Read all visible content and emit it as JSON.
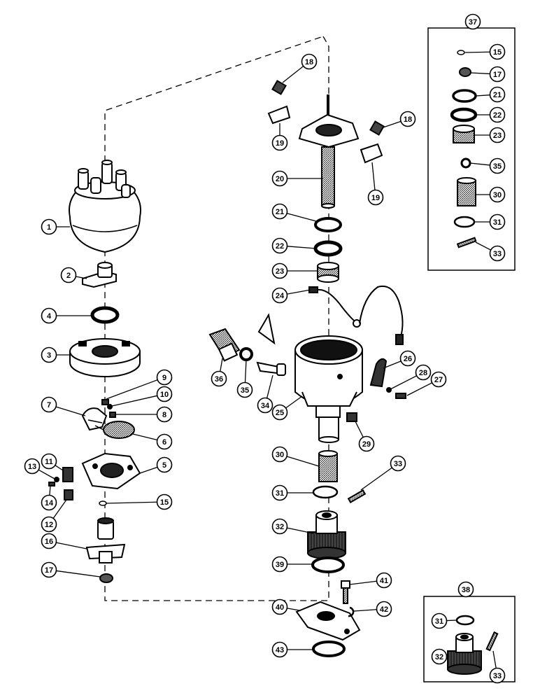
{
  "diagram": {
    "callouts": [
      {
        "id": "c1",
        "label": "1"
      },
      {
        "id": "c2",
        "label": "2"
      },
      {
        "id": "c4",
        "label": "4"
      },
      {
        "id": "c3",
        "label": "3"
      },
      {
        "id": "c9",
        "label": "9"
      },
      {
        "id": "c10",
        "label": "10"
      },
      {
        "id": "c7",
        "label": "7"
      },
      {
        "id": "c8",
        "label": "8"
      },
      {
        "id": "c6",
        "label": "6"
      },
      {
        "id": "c11",
        "label": "11"
      },
      {
        "id": "c5",
        "label": "5"
      },
      {
        "id": "c13",
        "label": "13"
      },
      {
        "id": "c14",
        "label": "14"
      },
      {
        "id": "c12",
        "label": "12"
      },
      {
        "id": "c15a",
        "label": "15"
      },
      {
        "id": "c16",
        "label": "16"
      },
      {
        "id": "c17a",
        "label": "17"
      },
      {
        "id": "c18a",
        "label": "18"
      },
      {
        "id": "c19a",
        "label": "19"
      },
      {
        "id": "c18b",
        "label": "18"
      },
      {
        "id": "c20",
        "label": "20"
      },
      {
        "id": "c19b",
        "label": "19"
      },
      {
        "id": "c21a",
        "label": "21"
      },
      {
        "id": "c22a",
        "label": "22"
      },
      {
        "id": "c23a",
        "label": "23"
      },
      {
        "id": "c24",
        "label": "24"
      },
      {
        "id": "c36",
        "label": "36"
      },
      {
        "id": "c35a",
        "label": "35"
      },
      {
        "id": "c34",
        "label": "34"
      },
      {
        "id": "c25",
        "label": "25"
      },
      {
        "id": "c26",
        "label": "26"
      },
      {
        "id": "c28",
        "label": "28"
      },
      {
        "id": "c27",
        "label": "27"
      },
      {
        "id": "c29",
        "label": "29"
      },
      {
        "id": "c30a",
        "label": "30"
      },
      {
        "id": "c33a",
        "label": "33"
      },
      {
        "id": "c31a",
        "label": "31"
      },
      {
        "id": "c32a",
        "label": "32"
      },
      {
        "id": "c39",
        "label": "39"
      },
      {
        "id": "c41",
        "label": "41"
      },
      {
        "id": "c40",
        "label": "40"
      },
      {
        "id": "c42",
        "label": "42"
      },
      {
        "id": "c43",
        "label": "43"
      },
      {
        "id": "c37",
        "label": "37"
      },
      {
        "id": "c15b",
        "label": "15"
      },
      {
        "id": "c17b",
        "label": "17"
      },
      {
        "id": "c21b",
        "label": "21"
      },
      {
        "id": "c22b",
        "label": "22"
      },
      {
        "id": "c23b",
        "label": "23"
      },
      {
        "id": "c35b",
        "label": "35"
      },
      {
        "id": "c30b",
        "label": "30"
      },
      {
        "id": "c31b",
        "label": "31"
      },
      {
        "id": "c33b",
        "label": "33"
      },
      {
        "id": "c38",
        "label": "38"
      },
      {
        "id": "c31c",
        "label": "31"
      },
      {
        "id": "c32b",
        "label": "32"
      },
      {
        "id": "c33c",
        "label": "33"
      }
    ]
  }
}
